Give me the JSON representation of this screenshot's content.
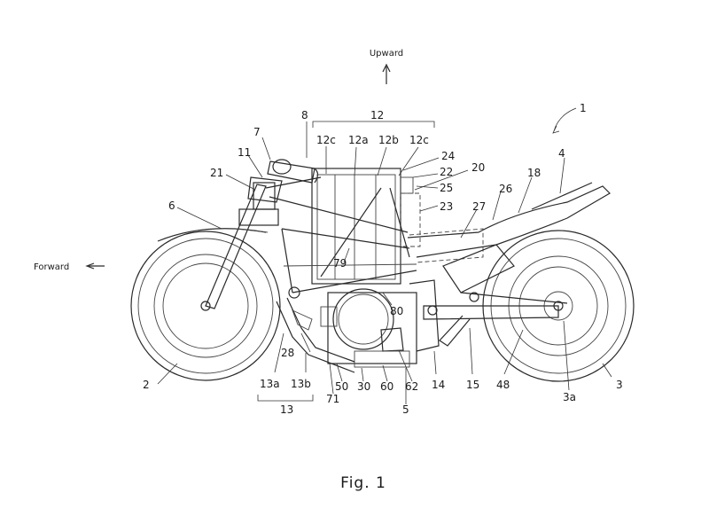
{
  "directions": {
    "upward": "Upward",
    "forward": "Forward"
  },
  "caption": "Fig. 1",
  "reference_numerals": {
    "n1": "1",
    "n2": "2",
    "n3": "3",
    "n3a": "3a",
    "n4": "4",
    "n5": "5",
    "n6": "6",
    "n7": "7",
    "n8": "8",
    "n11": "11",
    "n12": "12",
    "n12a": "12a",
    "n12b": "12b",
    "n12c_left": "12c",
    "n12c_right": "12c",
    "n13": "13",
    "n13a": "13a",
    "n13b": "13b",
    "n14": "14",
    "n15": "15",
    "n18": "18",
    "n20": "20",
    "n21": "21",
    "n22": "22",
    "n23": "23",
    "n24": "24",
    "n25": "25",
    "n26": "26",
    "n27": "27",
    "n28": "28",
    "n30": "30",
    "n48": "48",
    "n50": "50",
    "n60": "60",
    "n62": "62",
    "n71": "71",
    "n79": "79",
    "n80": "80"
  }
}
